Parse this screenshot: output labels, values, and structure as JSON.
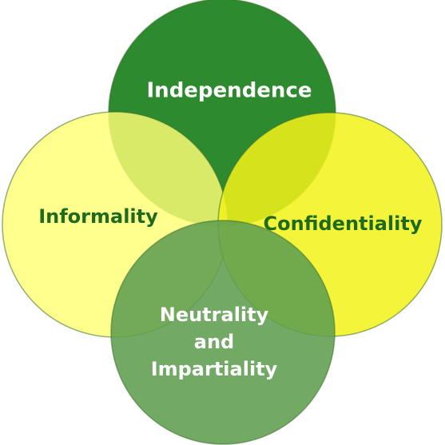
{
  "diagram": {
    "circles": [
      {
        "id": "top",
        "label_lines": [
          "Independence"
        ],
        "fill": "#2E8A2E",
        "text_color": "#FFFFFF"
      },
      {
        "id": "left",
        "label_lines": [
          "Informality"
        ],
        "fill": "#FFFF75",
        "text_color": "#1E6B1E"
      },
      {
        "id": "right",
        "label_lines": [
          "Confidentiality"
        ],
        "fill": "#F2F21A",
        "text_color": "#1E6B1E"
      },
      {
        "id": "bottom",
        "label_lines": [
          "Neutrality",
          "and",
          "Impartiality"
        ],
        "fill": "#5E9E50",
        "text_color": "#FFFFFF"
      }
    ],
    "outline_color": "#3A6E2A"
  }
}
